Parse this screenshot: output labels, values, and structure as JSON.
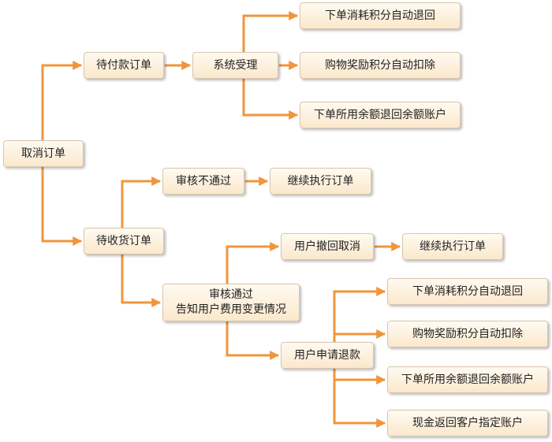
{
  "nodes": {
    "cancel_order": "取消订单",
    "unpaid_order": "待付款订单",
    "system_accept": "系统受理",
    "sys_points_return": "下单消耗积分自动退回",
    "sys_reward_deduct": "购物奖励积分自动扣除",
    "sys_balance_return": "下单所用余额退回余额账户",
    "awaiting_receipt_order": "待收货订单",
    "review_fail": "审核不通过",
    "continue_order_1": "继续执行订单",
    "review_pass_line1": "审核通过",
    "review_pass_line2": "告知用户费用变更情况",
    "user_withdraw_cancel": "用户撤回取消",
    "continue_order_2": "继续执行订单",
    "user_apply_refund": "用户申请退款",
    "refund_points_return": "下单消耗积分自动退回",
    "refund_reward_deduct": "购物奖励积分自动扣除",
    "refund_balance_return": "下单所用余额退回余额账户",
    "refund_cash_account": "现金返回客户指定账户"
  },
  "colors": {
    "connector": "#f0953c",
    "node_fill": "#fcecd6",
    "node_border": "#d9c7ae"
  }
}
